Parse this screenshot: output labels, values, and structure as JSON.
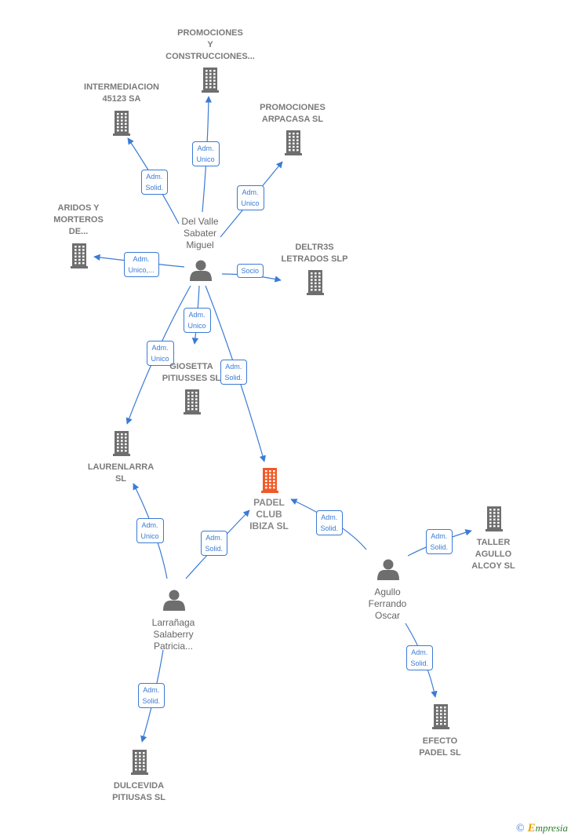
{
  "nodes": [
    {
      "id": "promociones_construcciones",
      "type": "company",
      "lines": [
        "PROMOCIONES",
        "Y",
        "CONSTRUCCIONES..."
      ]
    },
    {
      "id": "intermediacion",
      "type": "company",
      "lines": [
        "INTERMEDIACION",
        "45123 SA"
      ]
    },
    {
      "id": "promociones_arpacasa",
      "type": "company",
      "lines": [
        "PROMOCIONES",
        "ARPACASA SL"
      ]
    },
    {
      "id": "aridos",
      "type": "company",
      "lines": [
        "ARIDOS Y",
        "MORTEROS",
        "DE..."
      ]
    },
    {
      "id": "deltr3s",
      "type": "company",
      "lines": [
        "DELTR3S",
        "LETRADOS SLP"
      ]
    },
    {
      "id": "del_valle",
      "type": "person",
      "lines": [
        "Del Valle",
        "Sabater",
        "Miguel"
      ]
    },
    {
      "id": "giosetta",
      "type": "company",
      "lines": [
        "GIOSETTA",
        "PITIUSSES SL"
      ]
    },
    {
      "id": "laurenlarra",
      "type": "company",
      "lines": [
        "LAURENLARRA",
        "SL"
      ]
    },
    {
      "id": "padel_club",
      "type": "focus",
      "lines": [
        "PADEL",
        "CLUB",
        "IBIZA SL"
      ]
    },
    {
      "id": "taller_agullo",
      "type": "company",
      "lines": [
        "TALLER",
        "AGULLO",
        "ALCOY SL"
      ]
    },
    {
      "id": "agullo",
      "type": "person",
      "lines": [
        "Agullo",
        "Ferrando",
        "Oscar"
      ]
    },
    {
      "id": "larranaga",
      "type": "person",
      "lines": [
        "Larrañaga",
        "Salaberry",
        "Patricia..."
      ]
    },
    {
      "id": "efecto_padel",
      "type": "company",
      "lines": [
        "EFECTO",
        "PADEL SL"
      ]
    },
    {
      "id": "dulcevida",
      "type": "company",
      "lines": [
        "DULCEVIDA",
        "PITIUSAS SL"
      ]
    }
  ],
  "edges": [
    {
      "from": "del_valle",
      "to": "promociones_construcciones",
      "label": [
        "Adm.",
        "Unico"
      ]
    },
    {
      "from": "del_valle",
      "to": "intermediacion",
      "label": [
        "Adm.",
        "Solid."
      ]
    },
    {
      "from": "del_valle",
      "to": "promociones_arpacasa",
      "label": [
        "Adm.",
        "Unico"
      ]
    },
    {
      "from": "del_valle",
      "to": "aridos",
      "label": [
        "Adm.",
        "Unico,..."
      ]
    },
    {
      "from": "del_valle",
      "to": "deltr3s",
      "label": [
        "Socio"
      ]
    },
    {
      "from": "del_valle",
      "to": "giosetta",
      "label": [
        "Adm.",
        "Unico"
      ]
    },
    {
      "from": "del_valle",
      "to": "laurenlarra",
      "label": [
        "Adm.",
        "Unico"
      ]
    },
    {
      "from": "del_valle",
      "to": "padel_club",
      "label": [
        "Adm.",
        "Solid."
      ]
    },
    {
      "from": "larranaga",
      "to": "laurenlarra",
      "label": [
        "Adm.",
        "Unico"
      ]
    },
    {
      "from": "larranaga",
      "to": "padel_club",
      "label": [
        "Adm.",
        "Solid."
      ]
    },
    {
      "from": "larranaga",
      "to": "dulcevida",
      "label": [
        "Adm.",
        "Solid."
      ]
    },
    {
      "from": "agullo",
      "to": "padel_club",
      "label": [
        "Adm.",
        "Solid."
      ]
    },
    {
      "from": "agullo",
      "to": "taller_agullo",
      "label": [
        "Adm.",
        "Solid."
      ]
    },
    {
      "from": "agullo",
      "to": "efecto_padel",
      "label": [
        "Adm.",
        "Solid."
      ]
    }
  ],
  "colors": {
    "edge": "#3a7bd5",
    "company": "#6e6e6e",
    "focus": "#f05a28",
    "person": "#6e6e6e"
  },
  "footer": {
    "copyright": "©",
    "brand_initial": "E",
    "brand_rest": "mpresia"
  }
}
